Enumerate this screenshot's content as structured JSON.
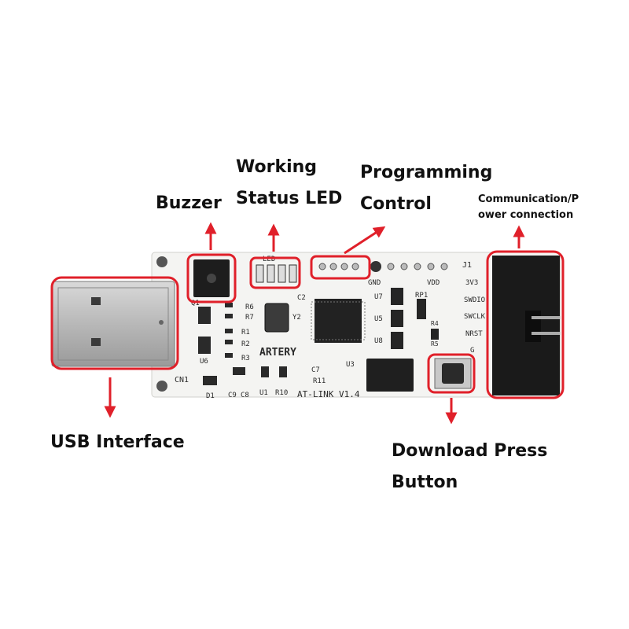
{
  "labels": {
    "usb_interface": "USB Interface",
    "buzzer": "Buzzer",
    "working_status_led_line1": "Working",
    "working_status_led_line2": "Status LED",
    "programming_control_line1": "Programming",
    "programming_control_line2": "Control",
    "comm_power_line1": "Communication/P",
    "comm_power_line2": "ower connection",
    "download_press_line1": "Download Press",
    "download_press_line2": "Button"
  },
  "board_silkscreen": {
    "model": "AT-LINK V1.4",
    "brand": "ARTERY",
    "cn1": "CN1",
    "j1": "J1",
    "gnd": "GND",
    "vdd": "VDD",
    "led": "LED",
    "pins": [
      "3V3",
      "SWDIO",
      "SWCLK",
      "NRST",
      "G"
    ],
    "refs": [
      "R6",
      "R7",
      "R1",
      "R2",
      "R3",
      "Y2",
      "U7",
      "U5",
      "U8",
      "RP1",
      "R4",
      "R5",
      "U3",
      "C7",
      "R11",
      "R10",
      "U1",
      "C9",
      "C8",
      "D1",
      "U6",
      "Q1",
      "C2"
    ]
  },
  "colors": {
    "highlight": "#e0202a",
    "board": "#f4f4f2",
    "connector": "#1a1a1a"
  }
}
